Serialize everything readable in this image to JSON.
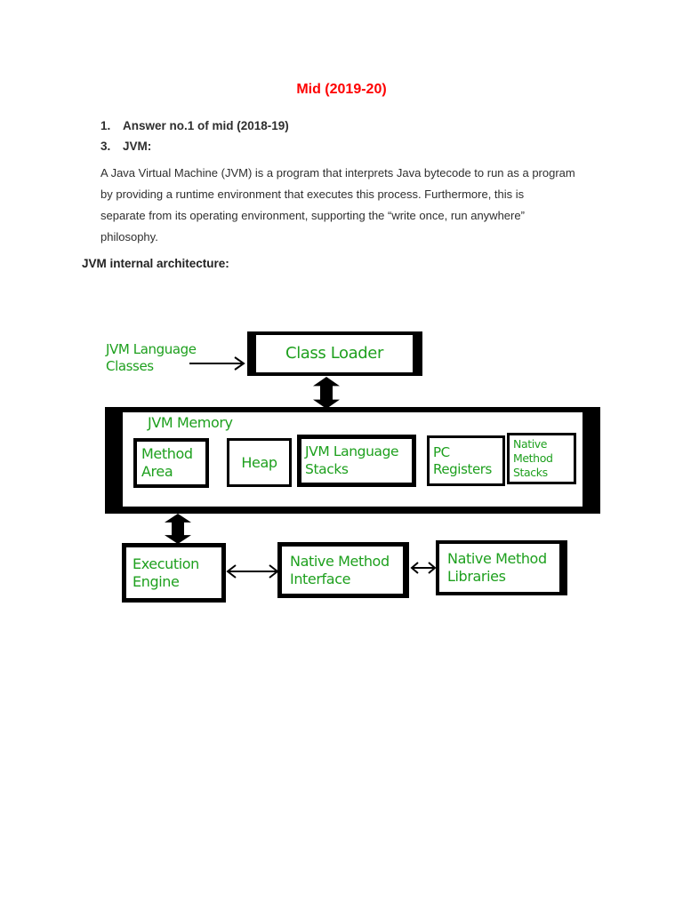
{
  "document": {
    "title": "Mid (2019-20)",
    "list_items": [
      {
        "number": "1.",
        "text": "Answer no.1 of mid (2018-19)"
      },
      {
        "number": "3.",
        "text": "JVM:"
      }
    ],
    "paragraph_lines": [
      "A Java Virtual Machine (JVM) is a program that interprets Java bytecode to run as a program",
      "by providing a runtime environment that executes this process. Furthermore, this is",
      "separate from its operating environment, supporting the “write once, run anywhere”",
      "philosophy."
    ],
    "section_heading": "JVM internal architecture:"
  },
  "diagram": {
    "input_label_lines": [
      "JVM Language",
      "Classes"
    ],
    "class_loader_label": "Class Loader",
    "jvm_memory_label": "JVM Memory",
    "memory_components": [
      {
        "name": "Method Area",
        "lines": [
          "Method",
          "Area"
        ]
      },
      {
        "name": "Heap",
        "lines": [
          "Heap"
        ]
      },
      {
        "name": "JVM Language Stacks",
        "lines": [
          "JVM Language",
          "Stacks"
        ]
      },
      {
        "name": "PC Registers",
        "lines": [
          "PC",
          "Registers"
        ]
      },
      {
        "name": "Native Method Stacks",
        "lines": [
          "Native",
          "Method",
          "Stacks"
        ]
      }
    ],
    "execution_engine_lines": [
      "Execution",
      "Engine"
    ],
    "native_method_interface_lines": [
      "Native Method",
      "Interface"
    ],
    "native_method_libraries_lines": [
      "Native Method",
      "Libraries"
    ]
  },
  "colors": {
    "title_red": "#FE0000",
    "diagram_green": "#1EA01E",
    "body_text": "#2E2E2E",
    "line_black": "#000000"
  }
}
